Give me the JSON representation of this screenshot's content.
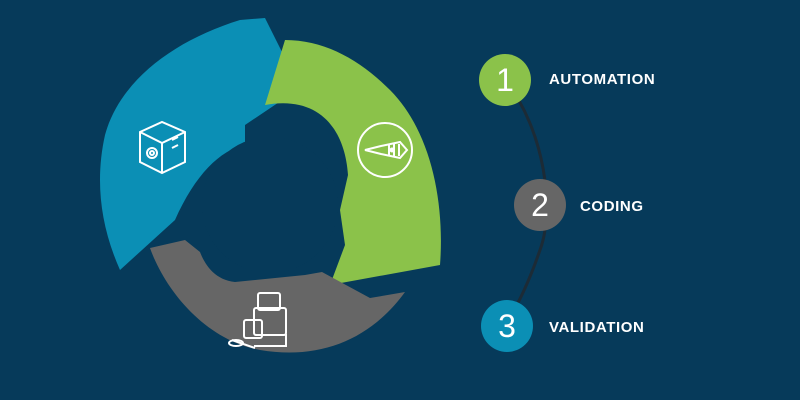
{
  "colors": {
    "background": "#063a5a",
    "automation": "#8bc24a",
    "coding": "#666666",
    "validation": "#0b8fb5",
    "connector": "#1c2b36",
    "icon_stroke": "#ffffff"
  },
  "steps": [
    {
      "number": "1",
      "label": "AUTOMATION",
      "color": "#8bc24a",
      "icon": "liquid-handler-tip-icon"
    },
    {
      "number": "2",
      "label": "CODING",
      "color": "#666666",
      "icon": "lab-instrument-icon"
    },
    {
      "number": "3",
      "label": "VALIDATION",
      "color": "#0b8fb5",
      "icon": "sample-cube-icon"
    }
  ]
}
